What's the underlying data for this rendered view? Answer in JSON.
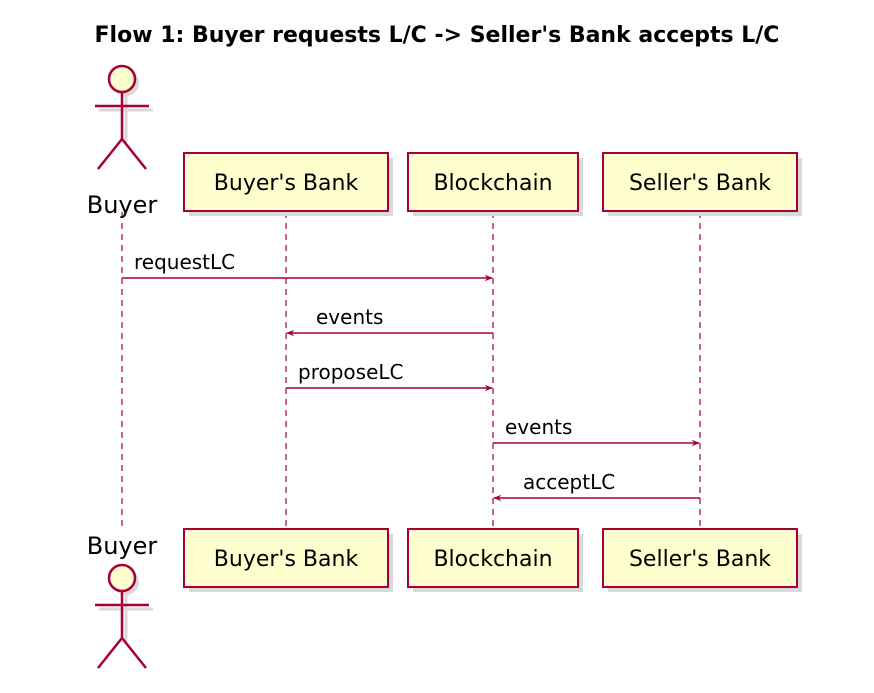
{
  "title": "Flow 1: Buyer requests L/C -> Seller's Bank accepts L/C",
  "colors": {
    "box_fill": "#FEFECE",
    "border": "#A80036",
    "shadow": "#D9D9D9",
    "text": "#000000"
  },
  "participants": [
    {
      "id": "buyer",
      "label": "Buyer",
      "kind": "actor"
    },
    {
      "id": "buyers_bank",
      "label": "Buyer's Bank",
      "kind": "participant"
    },
    {
      "id": "blockchain",
      "label": "Blockchain",
      "kind": "participant"
    },
    {
      "id": "sellers_bank",
      "label": "Seller's Bank",
      "kind": "participant"
    }
  ],
  "messages": [
    {
      "from": "buyer",
      "to": "blockchain",
      "label": "requestLC"
    },
    {
      "from": "blockchain",
      "to": "buyers_bank",
      "label": "events"
    },
    {
      "from": "buyers_bank",
      "to": "blockchain",
      "label": "proposeLC"
    },
    {
      "from": "blockchain",
      "to": "sellers_bank",
      "label": "events"
    },
    {
      "from": "sellers_bank",
      "to": "blockchain",
      "label": "acceptLC"
    }
  ]
}
